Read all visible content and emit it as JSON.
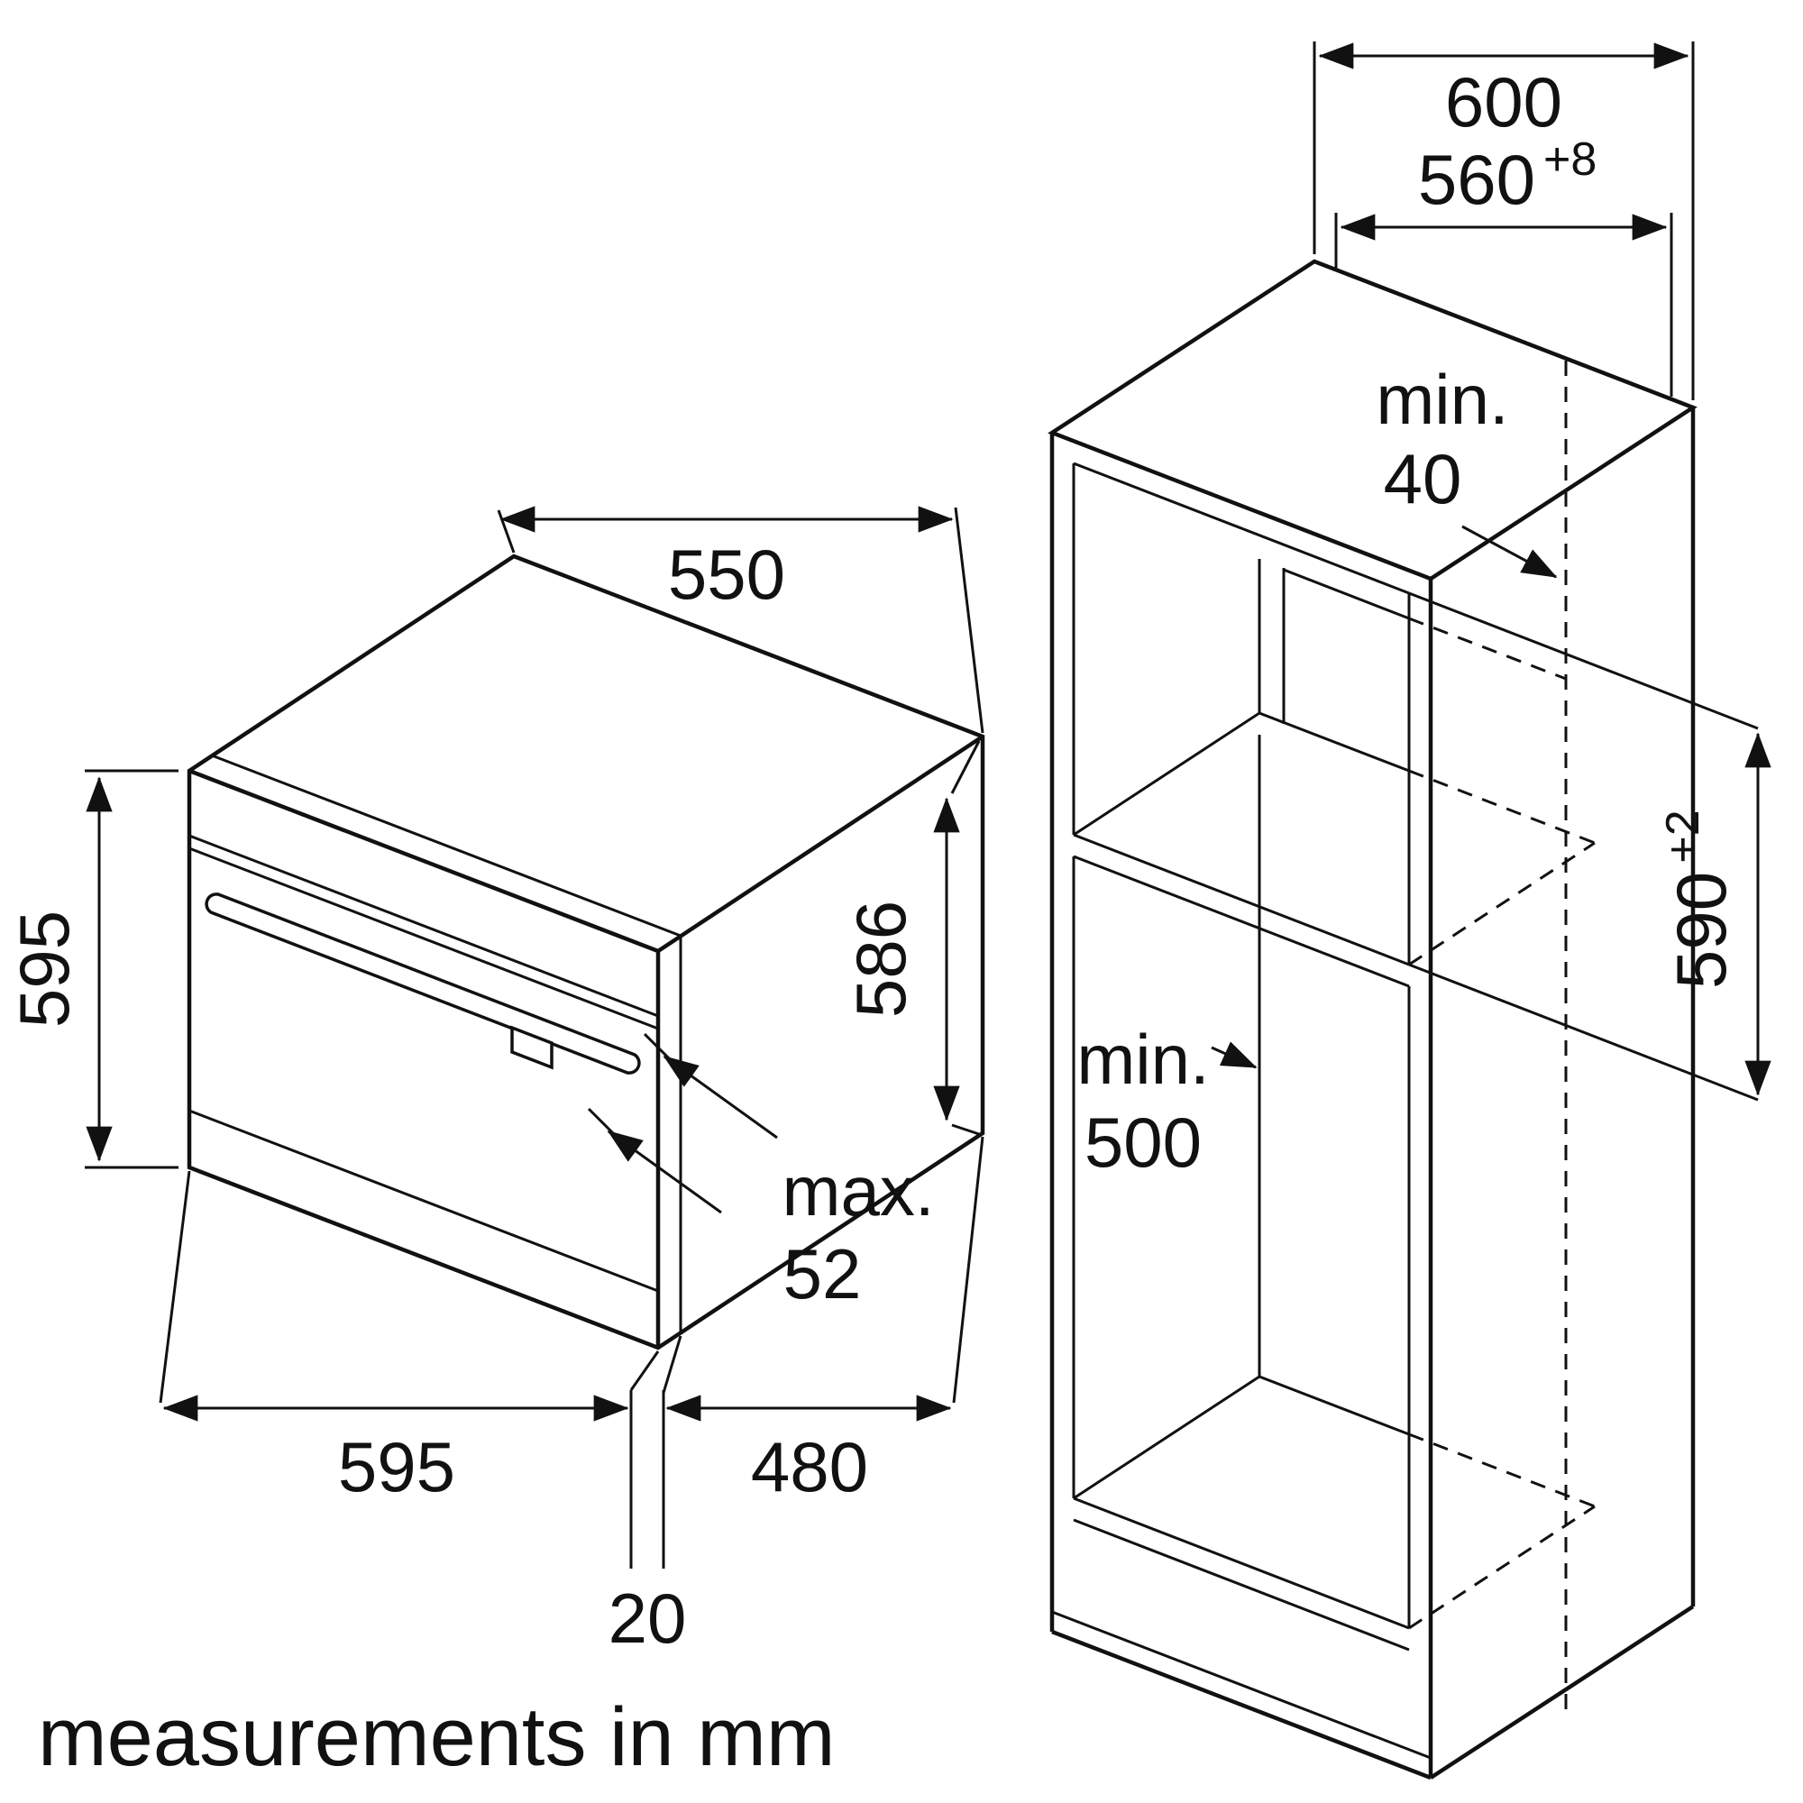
{
  "note": "measurements in mm",
  "oven": {
    "depth_top": "550",
    "height_left": "595",
    "height_rear": "586",
    "width_bottom": "595",
    "depth_bottom": "480",
    "front_overhang": "20",
    "handle_max_label": "max.",
    "handle_max_value": "52"
  },
  "niche": {
    "outer_width": "600",
    "inner_width": "560",
    "inner_width_tolerance": "+8",
    "rear_gap_label": "min.",
    "rear_gap_value": "40",
    "depth_label": "min.",
    "depth_value": "500",
    "height": "590",
    "height_tolerance": "+2"
  }
}
